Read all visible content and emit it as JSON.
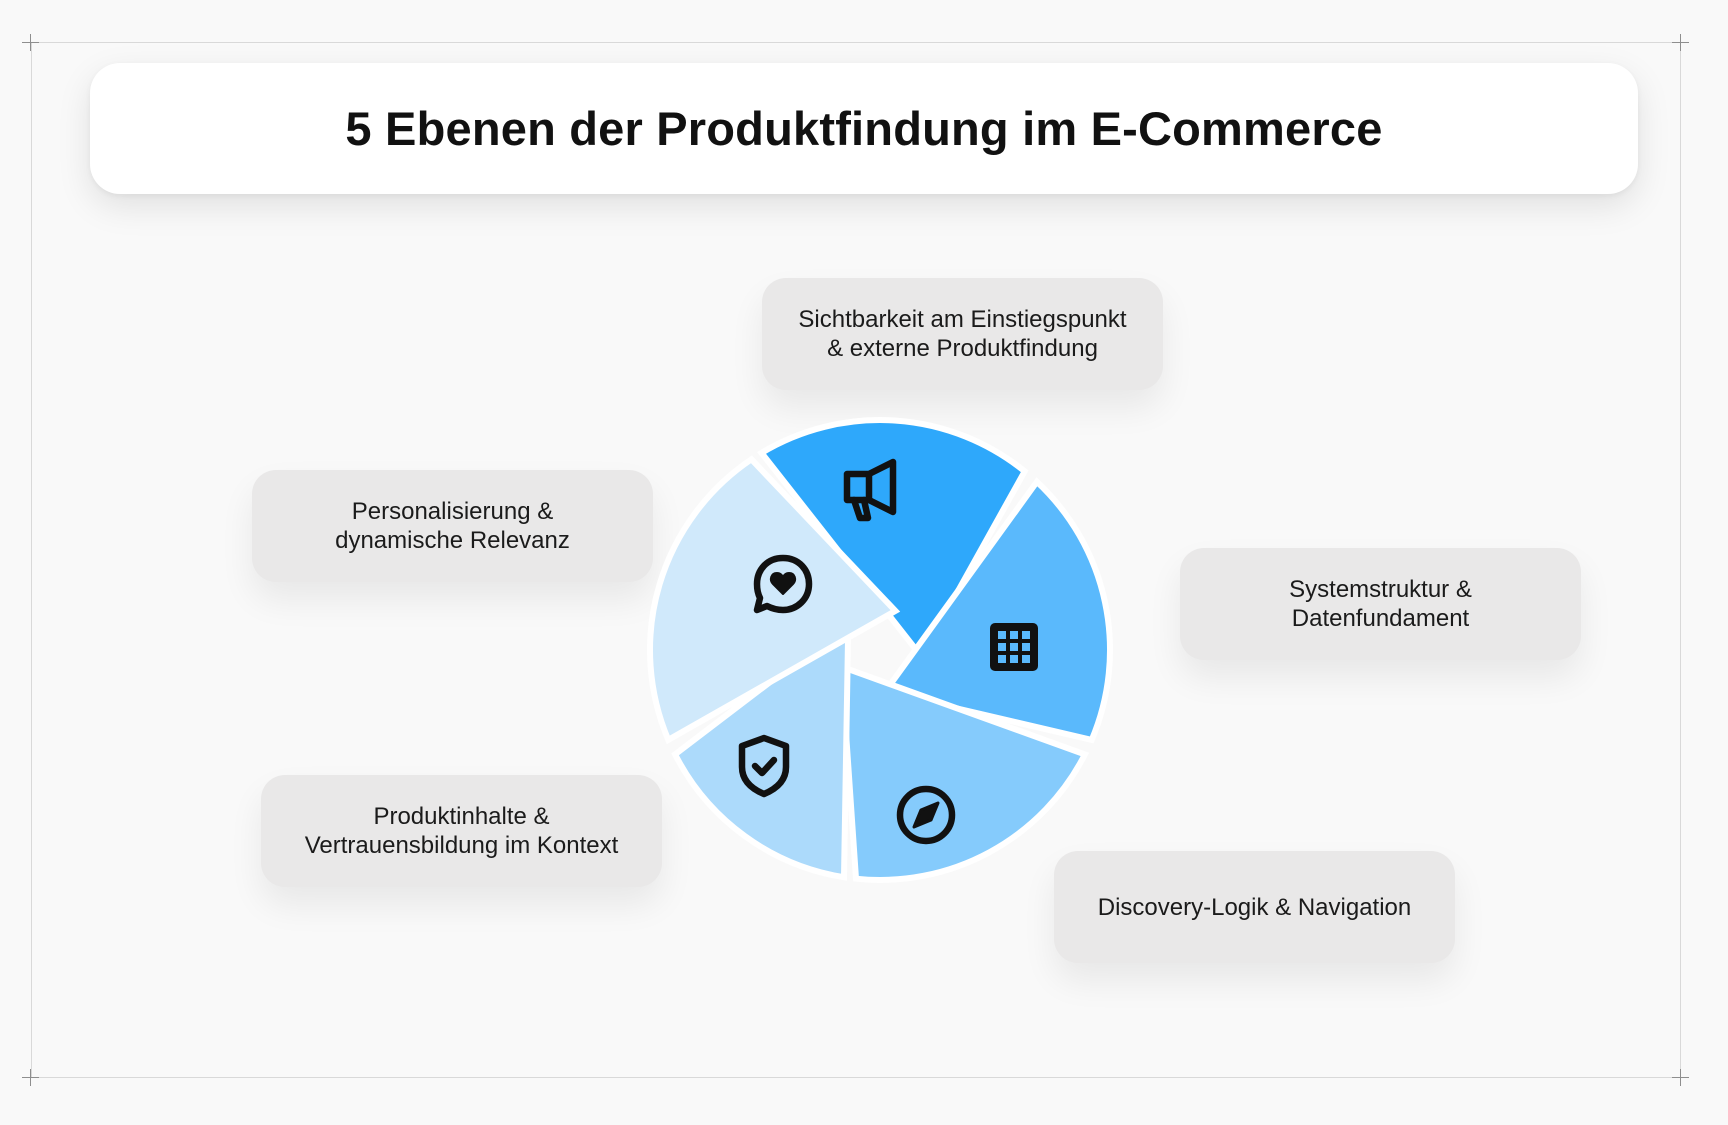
{
  "title": "5 Ebenen der Produktfindung im E-Commerce",
  "colors": {
    "segment_top": "#2ea8fb",
    "segment_right": "#5ab9fc",
    "segment_bottom": "#85cbfc",
    "segment_left": "#acdafb",
    "segment_upper_left": "#d0e9fb",
    "card_background": "#e9e8e8",
    "background": "#f9f9f9"
  },
  "layers": [
    {
      "label": "Sichtbarkeit am Einstiegspunkt & externe Produktfindung",
      "icon": "megaphone-icon"
    },
    {
      "label": "Systemstruktur & Datenfundament",
      "icon": "grid-icon"
    },
    {
      "label": "Discovery-Logik & Navigation",
      "icon": "compass-icon"
    },
    {
      "label": "Produktinhalte & Vertrauensbildung im Kontext",
      "icon": "shield-check-icon"
    },
    {
      "label": "Personalisierung & dynamische Relevanz",
      "icon": "chat-heart-icon"
    }
  ]
}
